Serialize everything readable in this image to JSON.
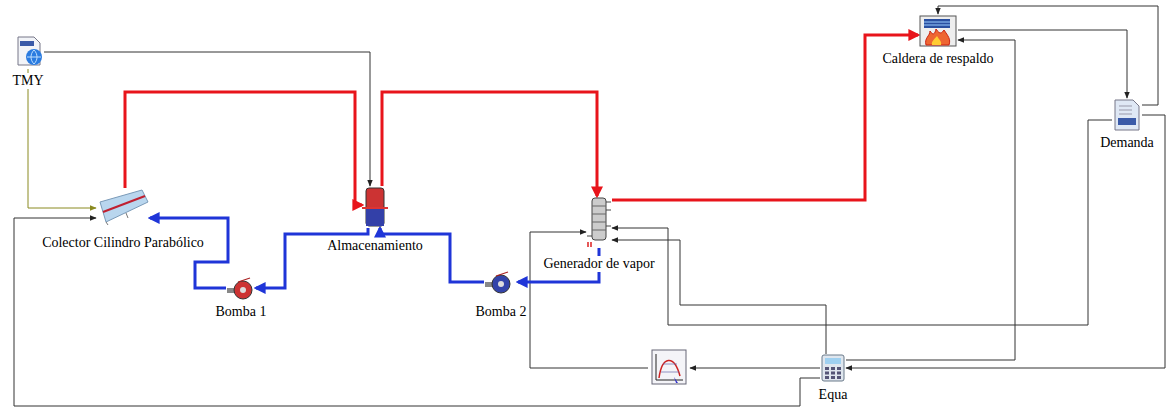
{
  "diagram": {
    "nodes": [
      {
        "text": [
          "TMY"
        ]
      },
      {
        "text": [
          "Caldera de respaldo"
        ]
      },
      {
        "text": [
          "Demanda"
        ]
      },
      {
        "text": [
          "Colector Cilindro Parabólico"
        ]
      },
      {
        "text": [
          "Almacenamiento"
        ]
      },
      {
        "text": [
          "Generador de vapor"
        ]
      },
      {
        "text": [
          "Bomba 1"
        ]
      },
      {
        "text": [
          "Bomba 2"
        ]
      },
      {
        "text": [
          "Equa"
        ]
      }
    ],
    "edges": [
      {
        "from": 0,
        "to": 3,
        "arrow": "to"
      },
      {
        "from": 0,
        "to": 4,
        "arrow": "to"
      },
      {
        "from": 3,
        "to": 4,
        "arrow": "to"
      },
      {
        "from": 4,
        "to": 5,
        "arrow": "to"
      },
      {
        "from": 5,
        "to": 1,
        "arrow": "to"
      },
      {
        "from": 5,
        "to": 7,
        "arrow": "to"
      },
      {
        "from": 7,
        "to": 4,
        "arrow": "to"
      },
      {
        "from": 4,
        "to": 6,
        "arrow": "to"
      },
      {
        "from": 6,
        "to": 3,
        "arrow": "to"
      },
      {
        "from": 1,
        "to": 2,
        "arrow": "to"
      },
      {
        "from": 2,
        "to": 1,
        "arrow": "to"
      },
      {
        "from": 2,
        "to": 5,
        "arrow": "to"
      },
      {
        "from": 2,
        "to": 8,
        "arrow": "to"
      },
      {
        "from": 8,
        "to": 5,
        "arrow": "to"
      },
      {
        "from": 8,
        "to": 1,
        "arrow": "to"
      },
      {
        "from": 8,
        "to": 3,
        "arrow": "to"
      }
    ]
  }
}
